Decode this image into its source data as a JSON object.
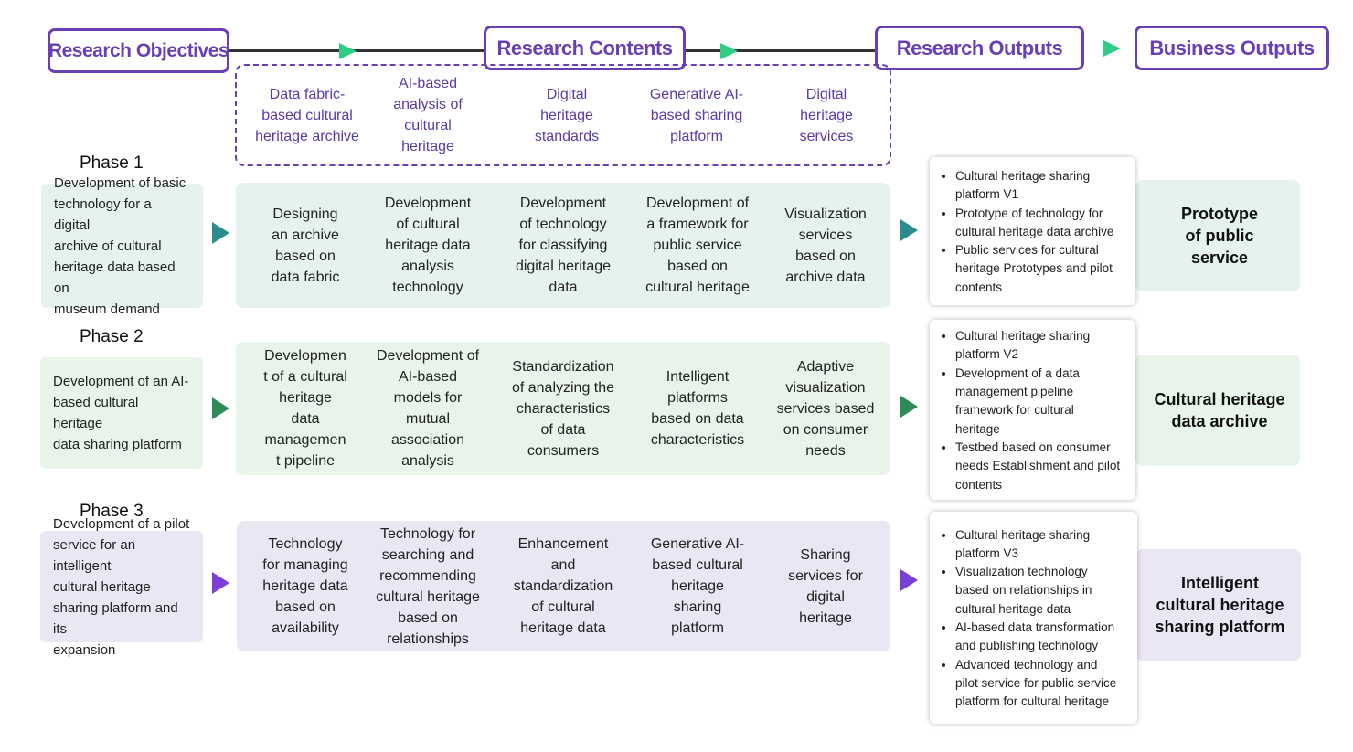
{
  "colors": {
    "accent_purple": "#6a3fb5",
    "arrow_green": "#2ecc84",
    "teal": "#2a8c8c",
    "green": "#2e8b57",
    "violet": "#7b3fd6",
    "phase1_bg": "#e6f2ef",
    "phase2_bg": "#e8f4ea",
    "phase3_bg": "#ebe6f4"
  },
  "headers": {
    "objectives": "Research Objectives",
    "contents": "Research Contents",
    "outputs": "Research Outputs",
    "business": "Business Outputs"
  },
  "categories": [
    [
      "Data fabric-",
      "based cultural",
      "heritage archive"
    ],
    [
      "AI-based",
      "analysis of",
      "cultural",
      "heritage"
    ],
    [
      "Digital",
      "heritage",
      "standards"
    ],
    [
      "Generative AI-",
      "based sharing",
      "platform"
    ],
    [
      "Digital",
      "heritage",
      "services"
    ]
  ],
  "phases": [
    {
      "label": "Phase 1",
      "objective": [
        "Development of basic",
        "technology for a digital",
        "archive of cultural",
        "heritage data based on",
        "museum demand"
      ],
      "contents": [
        [
          "Designing",
          "an archive",
          "based on",
          "data fabric"
        ],
        [
          "Development",
          "of cultural",
          "heritage data",
          "analysis",
          "technology"
        ],
        [
          "Development",
          "of technology",
          "for classifying",
          "digital heritage",
          "data"
        ],
        [
          "Development of",
          "a framework for",
          "public service",
          "based on",
          "cultural heritage"
        ],
        [
          "Visualization",
          "services",
          "based on",
          "archive data"
        ]
      ],
      "outputs": [
        [
          "Cultural heritage sharing",
          "platform V1"
        ],
        [
          "Prototype of technology for",
          "cultural heritage data archive"
        ],
        [
          "Public services for cultural",
          "heritage Prototypes and pilot",
          "contents"
        ]
      ],
      "business": [
        "Prototype",
        "of public",
        "service"
      ]
    },
    {
      "label": "Phase 2",
      "objective": [
        "Development of an AI-",
        "based cultural heritage",
        "data sharing platform"
      ],
      "contents": [
        [
          "Developmen",
          "t of a cultural",
          "heritage",
          "data",
          "managemen",
          "t pipeline"
        ],
        [
          "Development of",
          "AI-based",
          "models for",
          "mutual",
          "association",
          "analysis"
        ],
        [
          "Standardization",
          "of analyzing the",
          "characteristics",
          "of data",
          "consumers"
        ],
        [
          "Intelligent",
          "platforms",
          "based on data",
          "characteristics"
        ],
        [
          "Adaptive",
          "visualization",
          "services based",
          "on consumer",
          "needs"
        ]
      ],
      "outputs": [
        [
          "Cultural heritage sharing",
          "platform V2"
        ],
        [
          "Development of a data",
          "management pipeline",
          "framework for cultural",
          "heritage"
        ],
        [
          "Testbed based on consumer",
          "needs Establishment and pilot",
          "contents"
        ]
      ],
      "business": [
        "Cultural heritage",
        "data archive"
      ]
    },
    {
      "label": "Phase 3",
      "objective": [
        "Development of a pilot",
        "service for an intelligent",
        "cultural heritage",
        "sharing platform and its",
        "expansion"
      ],
      "contents": [
        [
          "Technology",
          "for managing",
          "heritage data",
          "based on",
          "availability"
        ],
        [
          "Technology for",
          "searching and",
          "recommending",
          "cultural heritage",
          "based on",
          "relationships"
        ],
        [
          "Enhancement",
          "and",
          "standardization",
          "of cultural",
          "heritage data"
        ],
        [
          "Generative AI-",
          "based cultural",
          "heritage",
          "sharing",
          "platform"
        ],
        [
          "Sharing",
          "services for",
          "digital",
          "heritage"
        ]
      ],
      "outputs": [
        [
          "Cultural heritage sharing",
          "platform V3"
        ],
        [
          "Visualization technology",
          "based on relationships in",
          "cultural heritage data"
        ],
        [
          "AI-based data transformation",
          "and publishing technology"
        ],
        [
          "Advanced technology and",
          "pilot service for public service",
          "platform for cultural heritage"
        ]
      ],
      "business": [
        "Intelligent",
        "cultural heritage",
        "sharing platform"
      ]
    }
  ]
}
